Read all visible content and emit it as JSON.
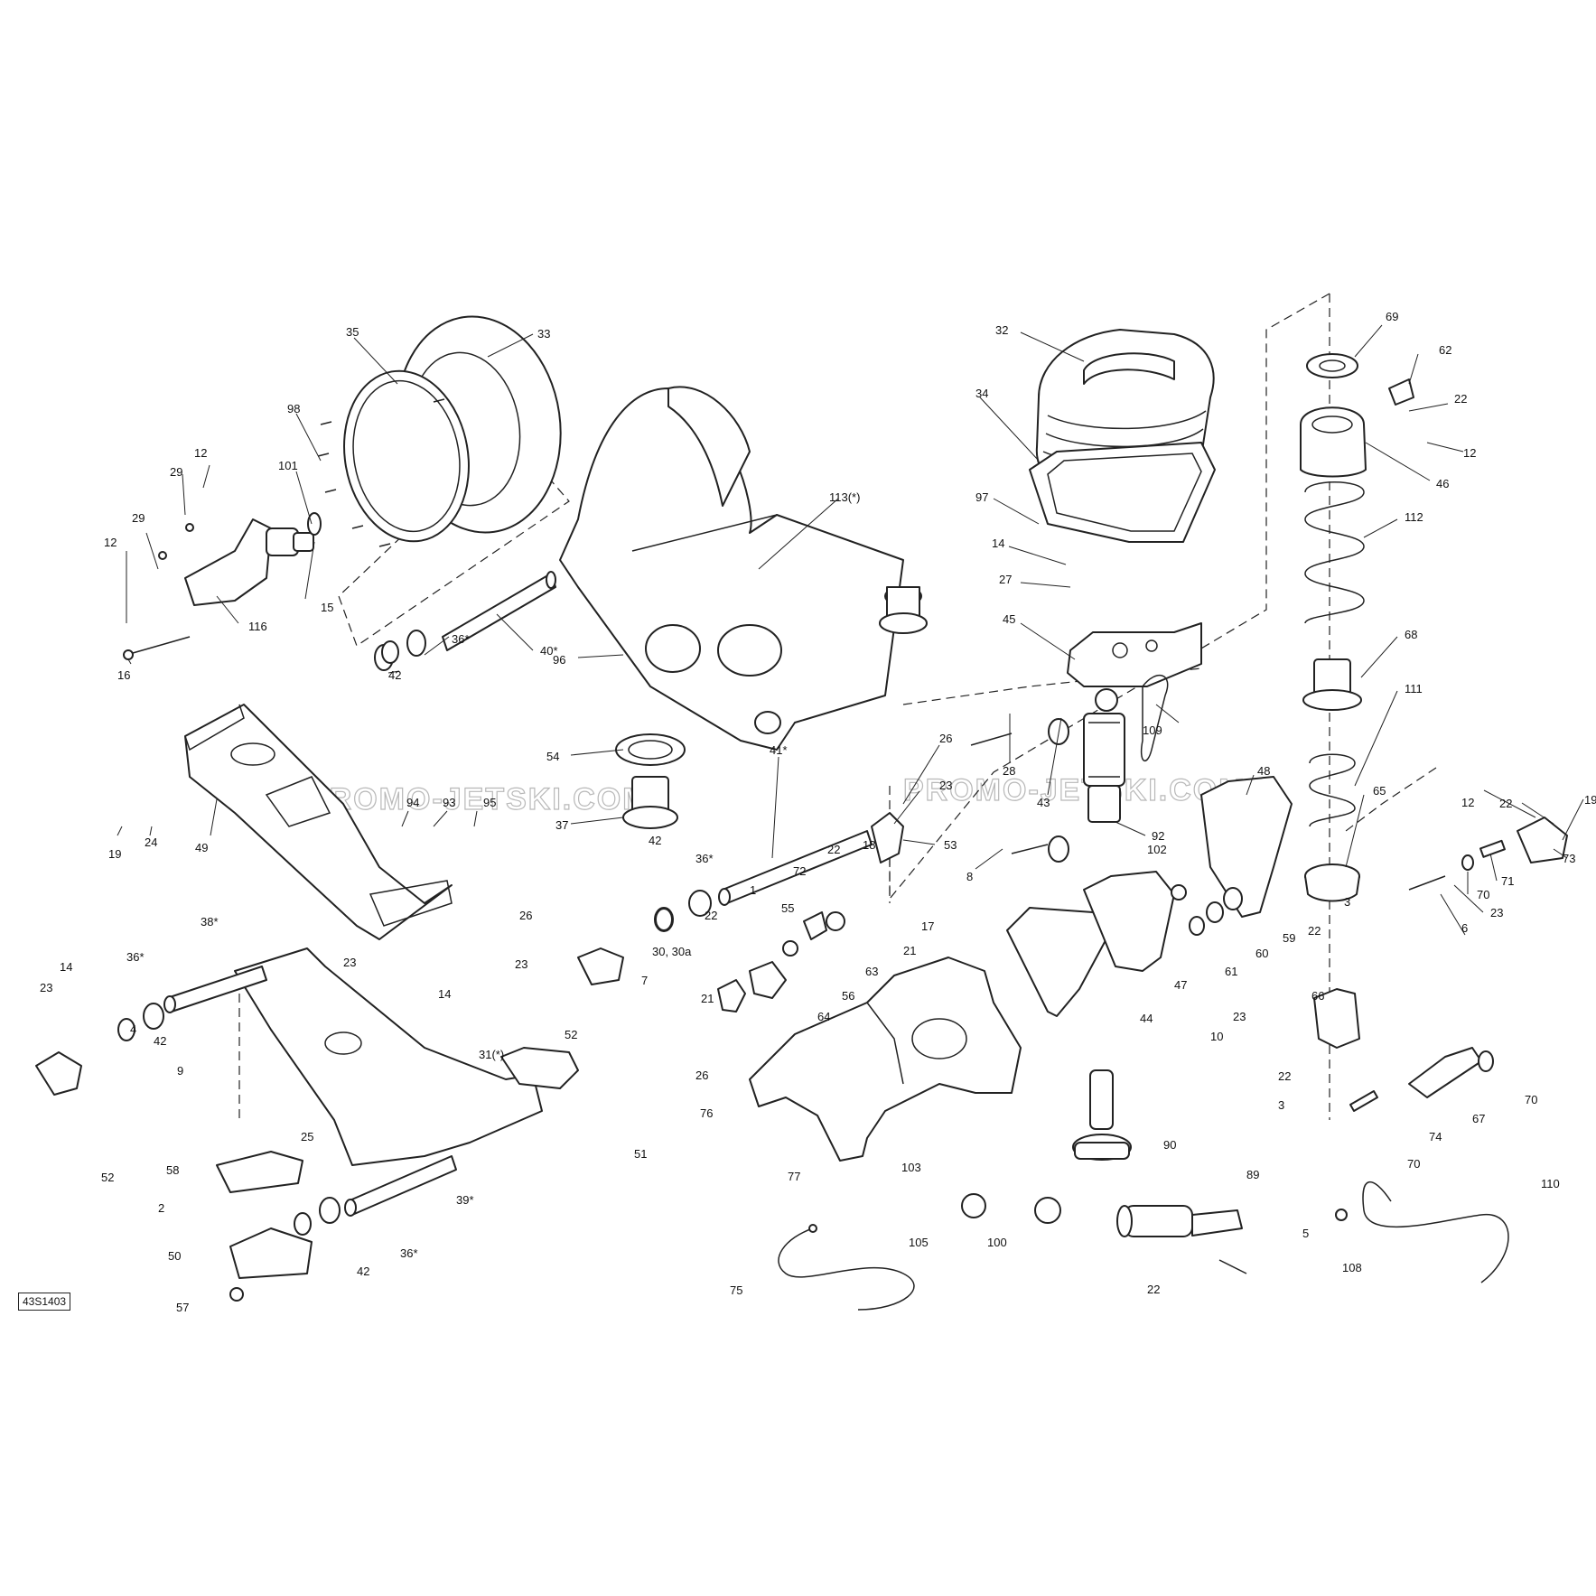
{
  "diagram_ref": "43S1403",
  "watermark_text": "PROMO-JETSKI.COM",
  "callouts": [
    {
      "id": "35",
      "text": "35"
    },
    {
      "id": "33",
      "text": "33"
    },
    {
      "id": "98",
      "text": "98"
    },
    {
      "id": "12a",
      "text": "12"
    },
    {
      "id": "29a",
      "text": "29"
    },
    {
      "id": "101",
      "text": "101"
    },
    {
      "id": "29b",
      "text": "29"
    },
    {
      "id": "12b",
      "text": "12"
    },
    {
      "id": "15",
      "text": "15"
    },
    {
      "id": "116",
      "text": "116"
    },
    {
      "id": "16",
      "text": "16"
    },
    {
      "id": "113",
      "text": "113(*)"
    },
    {
      "id": "40",
      "text": "40*"
    },
    {
      "id": "42a",
      "text": "42"
    },
    {
      "id": "36a",
      "text": "36*"
    },
    {
      "id": "96",
      "text": "96"
    },
    {
      "id": "54",
      "text": "54"
    },
    {
      "id": "37",
      "text": "37"
    },
    {
      "id": "32",
      "text": "32"
    },
    {
      "id": "34",
      "text": "34"
    },
    {
      "id": "97",
      "text": "97"
    },
    {
      "id": "14a",
      "text": "14"
    },
    {
      "id": "27",
      "text": "27"
    },
    {
      "id": "45",
      "text": "45"
    },
    {
      "id": "69",
      "text": "69"
    },
    {
      "id": "62",
      "text": "62"
    },
    {
      "id": "22a",
      "text": "22"
    },
    {
      "id": "12c",
      "text": "12"
    },
    {
      "id": "46",
      "text": "46"
    },
    {
      "id": "112",
      "text": "112"
    },
    {
      "id": "68",
      "text": "68"
    },
    {
      "id": "111",
      "text": "111"
    },
    {
      "id": "65",
      "text": "65"
    },
    {
      "id": "109",
      "text": "109"
    },
    {
      "id": "26a",
      "text": "26"
    },
    {
      "id": "23a",
      "text": "23"
    },
    {
      "id": "28",
      "text": "28"
    },
    {
      "id": "43",
      "text": "43"
    },
    {
      "id": "92",
      "text": "92"
    },
    {
      "id": "8",
      "text": "8"
    },
    {
      "id": "94",
      "text": "94"
    },
    {
      "id": "93",
      "text": "93"
    },
    {
      "id": "95",
      "text": "95"
    },
    {
      "id": "19a",
      "text": "19"
    },
    {
      "id": "24",
      "text": "24"
    },
    {
      "id": "49",
      "text": "49"
    },
    {
      "id": "41",
      "text": "41*"
    },
    {
      "id": "53",
      "text": "53"
    },
    {
      "id": "48",
      "text": "48"
    },
    {
      "id": "12d",
      "text": "12"
    },
    {
      "id": "19b",
      "text": "19"
    },
    {
      "id": "22b",
      "text": "22"
    },
    {
      "id": "73",
      "text": "73"
    },
    {
      "id": "71",
      "text": "71"
    },
    {
      "id": "70a",
      "text": "70"
    },
    {
      "id": "23b",
      "text": "23"
    },
    {
      "id": "6",
      "text": "6"
    },
    {
      "id": "42b",
      "text": "42"
    },
    {
      "id": "36b",
      "text": "36*"
    },
    {
      "id": "22c",
      "text": "22"
    },
    {
      "id": "18",
      "text": "18"
    },
    {
      "id": "72",
      "text": "72"
    },
    {
      "id": "17",
      "text": "17"
    },
    {
      "id": "21a",
      "text": "21"
    },
    {
      "id": "102",
      "text": "102"
    },
    {
      "id": "3a",
      "text": "3"
    },
    {
      "id": "22d",
      "text": "22"
    },
    {
      "id": "59",
      "text": "59"
    },
    {
      "id": "60",
      "text": "60"
    },
    {
      "id": "61",
      "text": "61"
    },
    {
      "id": "47",
      "text": "47"
    },
    {
      "id": "26b",
      "text": "26"
    },
    {
      "id": "23c",
      "text": "23"
    },
    {
      "id": "22e",
      "text": "22"
    },
    {
      "id": "1",
      "text": "1"
    },
    {
      "id": "55",
      "text": "55"
    },
    {
      "id": "63",
      "text": "63"
    },
    {
      "id": "56",
      "text": "56"
    },
    {
      "id": "64",
      "text": "64"
    },
    {
      "id": "30",
      "text": "30, 30a"
    },
    {
      "id": "7",
      "text": "7"
    },
    {
      "id": "21b",
      "text": "21"
    },
    {
      "id": "52a",
      "text": "52"
    },
    {
      "id": "38",
      "text": "38*"
    },
    {
      "id": "14b",
      "text": "14"
    },
    {
      "id": "23d",
      "text": "23"
    },
    {
      "id": "14c",
      "text": "14"
    },
    {
      "id": "23e",
      "text": "23"
    },
    {
      "id": "36c",
      "text": "36*"
    },
    {
      "id": "4",
      "text": "4"
    },
    {
      "id": "42c",
      "text": "42"
    },
    {
      "id": "52b",
      "text": "52"
    },
    {
      "id": "9",
      "text": "9"
    },
    {
      "id": "31",
      "text": "31(*)"
    },
    {
      "id": "25",
      "text": "25"
    },
    {
      "id": "51",
      "text": "51"
    },
    {
      "id": "58",
      "text": "58"
    },
    {
      "id": "2",
      "text": "2"
    },
    {
      "id": "39",
      "text": "39*"
    },
    {
      "id": "36d",
      "text": "36*"
    },
    {
      "id": "42d",
      "text": "42"
    },
    {
      "id": "50",
      "text": "50"
    },
    {
      "id": "57",
      "text": "57"
    },
    {
      "id": "26c",
      "text": "26"
    },
    {
      "id": "76",
      "text": "76"
    },
    {
      "id": "77",
      "text": "77"
    },
    {
      "id": "44",
      "text": "44"
    },
    {
      "id": "66",
      "text": "66"
    },
    {
      "id": "23f",
      "text": "23"
    },
    {
      "id": "10",
      "text": "10"
    },
    {
      "id": "22f",
      "text": "22"
    },
    {
      "id": "3b",
      "text": "3"
    },
    {
      "id": "70b",
      "text": "70"
    },
    {
      "id": "67",
      "text": "67"
    },
    {
      "id": "74",
      "text": "74"
    },
    {
      "id": "70c",
      "text": "70"
    },
    {
      "id": "90",
      "text": "90"
    },
    {
      "id": "103",
      "text": "103"
    },
    {
      "id": "105",
      "text": "105"
    },
    {
      "id": "100",
      "text": "100"
    },
    {
      "id": "89",
      "text": "89"
    },
    {
      "id": "5",
      "text": "5"
    },
    {
      "id": "22g",
      "text": "22"
    },
    {
      "id": "108",
      "text": "108"
    },
    {
      "id": "110",
      "text": "110"
    },
    {
      "id": "75",
      "text": "75"
    }
  ]
}
